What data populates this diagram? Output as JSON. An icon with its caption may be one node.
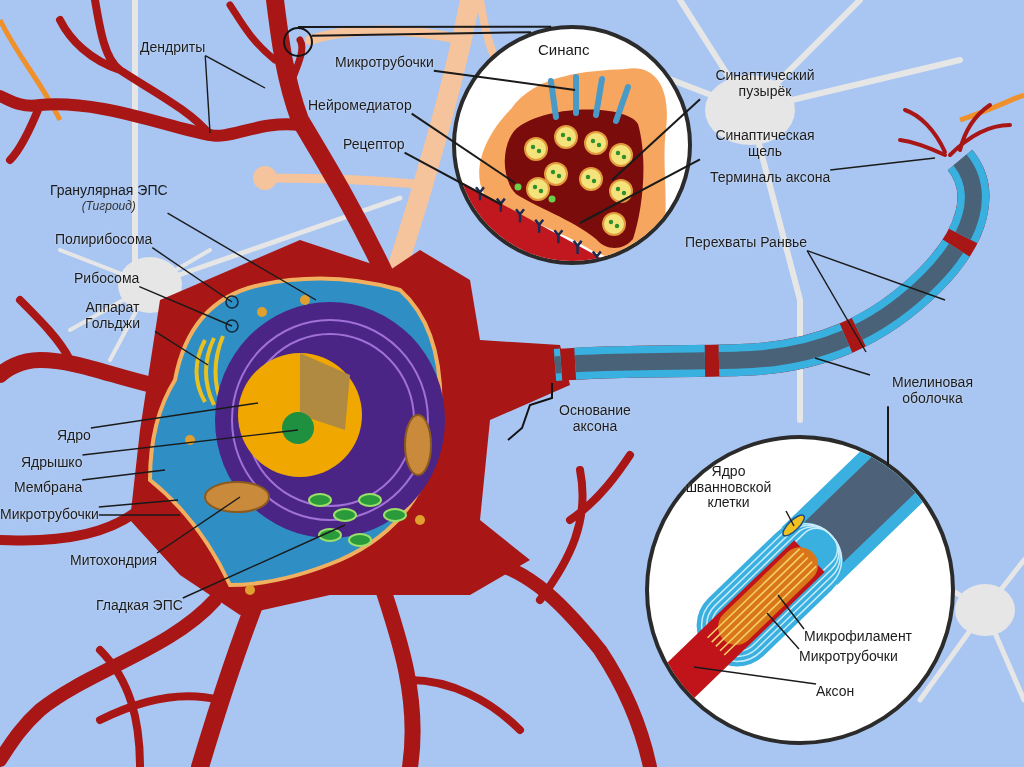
{
  "diagram": {
    "nodes": [
      {
        "text": [
          "Дендриты"
        ]
      },
      {
        "text": [
          "Гранулярная ЭПС",
          "(Тигроид)"
        ]
      },
      {
        "text": [
          "Полирибосома"
        ]
      },
      {
        "text": [
          "Рибосома"
        ]
      },
      {
        "text": [
          "Аппарат Гольджи"
        ]
      },
      {
        "text": [
          "Ядро"
        ]
      },
      {
        "text": [
          "Ядрышко"
        ]
      },
      {
        "text": [
          "Мембрана"
        ]
      },
      {
        "text": [
          "Микротрубочки"
        ]
      },
      {
        "text": [
          "Митохондрия"
        ]
      },
      {
        "text": [
          "Гладкая ЭПС"
        ]
      },
      {
        "text": [],
        "shape": "circle"
      },
      {
        "text": [
          "Синапс"
        ]
      },
      {
        "text": [
          "Микротрубочки"
        ]
      },
      {
        "text": [
          "Нейромедиатор"
        ]
      },
      {
        "text": [
          "Рецептор"
        ]
      },
      {
        "text": [
          "Синаптический пузырёк"
        ]
      },
      {
        "text": [
          "Синаптическая щель"
        ]
      },
      {
        "text": [
          "Терминаль аксона"
        ]
      },
      {
        "text": [
          "Перехваты Ранвье"
        ]
      },
      {
        "text": [
          "Миелиновая оболочка"
        ]
      },
      {
        "text": [],
        "shape": "circle"
      },
      {
        "text": [
          "Ядро шванновской клетки"
        ],
        "in": 21
      },
      {
        "text": [
          "Микрофиламент"
        ],
        "in": 21
      },
      {
        "text": [
          "Микротрубочки"
        ],
        "in": 21
      },
      {
        "text": [
          "Аксон"
        ],
        "in": 21
      }
    ],
    "edges": [
      {
        "from": 0,
        "to": null,
        "arrow": "none"
      },
      {
        "from": 0,
        "to": null,
        "arrow": "none"
      },
      {
        "from": 1,
        "to": null,
        "arrow": "none"
      },
      {
        "from": 2,
        "to": null,
        "arrow": "none"
      },
      {
        "from": 3,
        "to": null,
        "arrow": "none"
      },
      {
        "from": 4,
        "to": null,
        "arrow": "none"
      },
      {
        "from": 5,
        "to": null,
        "arrow": "none"
      },
      {
        "from": 6,
        "to": null,
        "arrow": "none"
      },
      {
        "from": 7,
        "to": null,
        "arrow": "none"
      },
      {
        "from": 8,
        "to": null,
        "arrow": "none"
      },
      {
        "from": 8,
        "to": null,
        "arrow": "none"
      },
      {
        "from": 9,
        "to": null,
        "arrow": "none"
      },
      {
        "from": 10,
        "to": null,
        "arrow": "none"
      },
      {
        "from": 11,
        "to": 12,
        "arrow": "none"
      },
      {
        "from": 11,
        "to": 12,
        "arrow": "none"
      },
      {
        "from": 13,
        "to": 12,
        "arrow": "none"
      },
      {
        "from": 14,
        "to": 12,
        "arrow": "none"
      },
      {
        "from": 15,
        "to": 12,
        "arrow": "none"
      },
      {
        "from": 16,
        "to": 12,
        "arrow": "none"
      },
      {
        "from": 17,
        "to": 12,
        "arrow": "none"
      },
      {
        "from": 18,
        "to": null,
        "arrow": "none"
      },
      {
        "from": 19,
        "to": null,
        "arrow": "none"
      },
      {
        "from": 19,
        "to": null,
        "arrow": "none"
      },
      {
        "from": 20,
        "to": null,
        "arrow": "none"
      },
      {
        "from": 20,
        "to": 21,
        "arrow": "none"
      },
      {
        "from": 22,
        "to": null,
        "arrow": "none"
      },
      {
        "from": 23,
        "to": null,
        "arrow": "none"
      },
      {
        "from": 24,
        "to": null,
        "arrow": "none"
      },
      {
        "from": 25,
        "to": null,
        "arrow": "none"
      }
    ],
    "labels": [
      "Основание аксона"
    ]
  }
}
